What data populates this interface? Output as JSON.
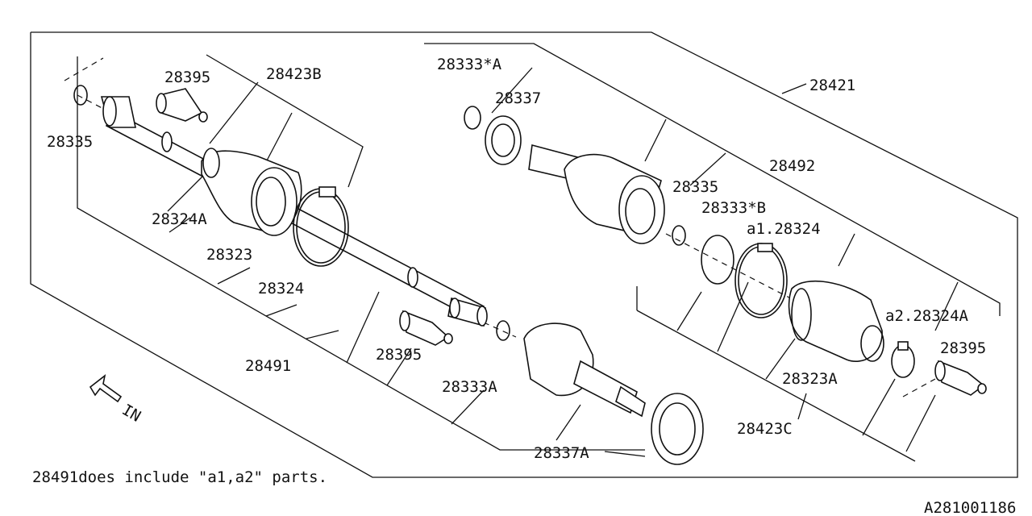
{
  "labels": {
    "p28395_top": "28395",
    "p28423B": "28423B",
    "p28335_left": "28335",
    "p28324A": "28324A",
    "p28323": "28323",
    "p28324": "28324",
    "p28491": "28491",
    "p28395_mid": "28395",
    "p28333A": "28333A",
    "p28337A": "28337A",
    "p28333_starA": "28333*A",
    "p28337": "28337",
    "p28421": "28421",
    "p28492": "28492",
    "p28335_right": "28335",
    "p28333_starB": "28333*B",
    "pa1": "a1.28324",
    "pa2": "a2.28324A",
    "p28395_right": "28395",
    "p28323A": "28323A",
    "p28423C": "28423C"
  },
  "direction_label": "IN",
  "note": "28491does include \"a1,a2\" parts.",
  "diagram_id": "A281001186"
}
